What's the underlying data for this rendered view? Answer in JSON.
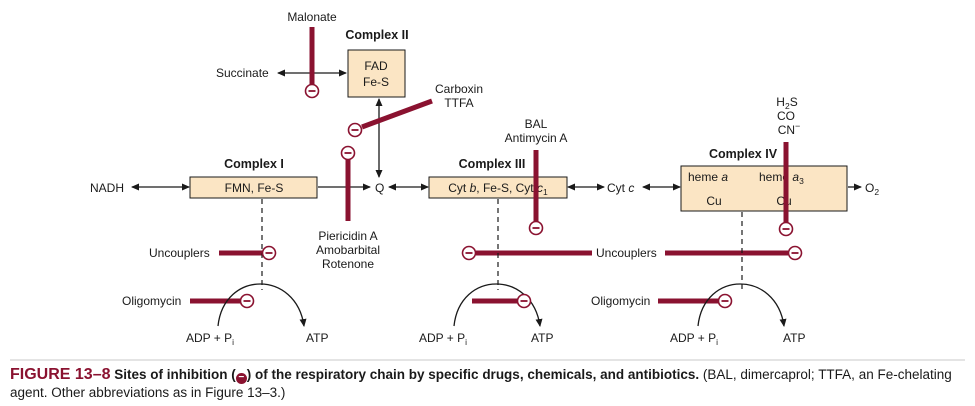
{
  "complexes": {
    "c1": {
      "title": "Complex I",
      "content": "FMN, Fe-S"
    },
    "c2": {
      "title": "Complex II",
      "line1": "FAD",
      "line2": "Fe-S"
    },
    "c3": {
      "title": "Complex III"
    },
    "c4": {
      "title": "Complex IV",
      "heme_a": "heme",
      "heme_a3": "heme",
      "cu1": "Cu",
      "cu2": "Cu"
    }
  },
  "carriers": {
    "nadh": "NADH",
    "q": "Q",
    "cytc": "Cyt",
    "o2": "O",
    "succinate": "Succinate"
  },
  "inhibitors": {
    "malonate": "Malonate",
    "carboxin": "Carboxin",
    "ttfa": "TTFA",
    "piericidin": "Piericidin A",
    "amobarbital": "Amobarbital",
    "rotenone": "Rotenone",
    "bal": "BAL",
    "antimycin": "Antimycin A",
    "h2s": "H",
    "co": "CO",
    "cn": "CN",
    "uncouplers": "Uncouplers",
    "oligomycin": "Oligomycin"
  },
  "phosphorylation": {
    "adp": "ADP + P",
    "atp": "ATP"
  },
  "caption": {
    "figure": "FIGURE 13–8",
    "title_pre": "Sites of inhibition (",
    "title_post": ") of the respiratory chain by specific drugs, chemicals, and antibiotics.",
    "note": "(BAL, dimercaprol; TTFA, an Fe-chelating agent. Other abbreviations as in Figure 13–3.)"
  },
  "colors": {
    "box_fill": "#fbe5c4",
    "inhibitor": "#8a1230"
  }
}
